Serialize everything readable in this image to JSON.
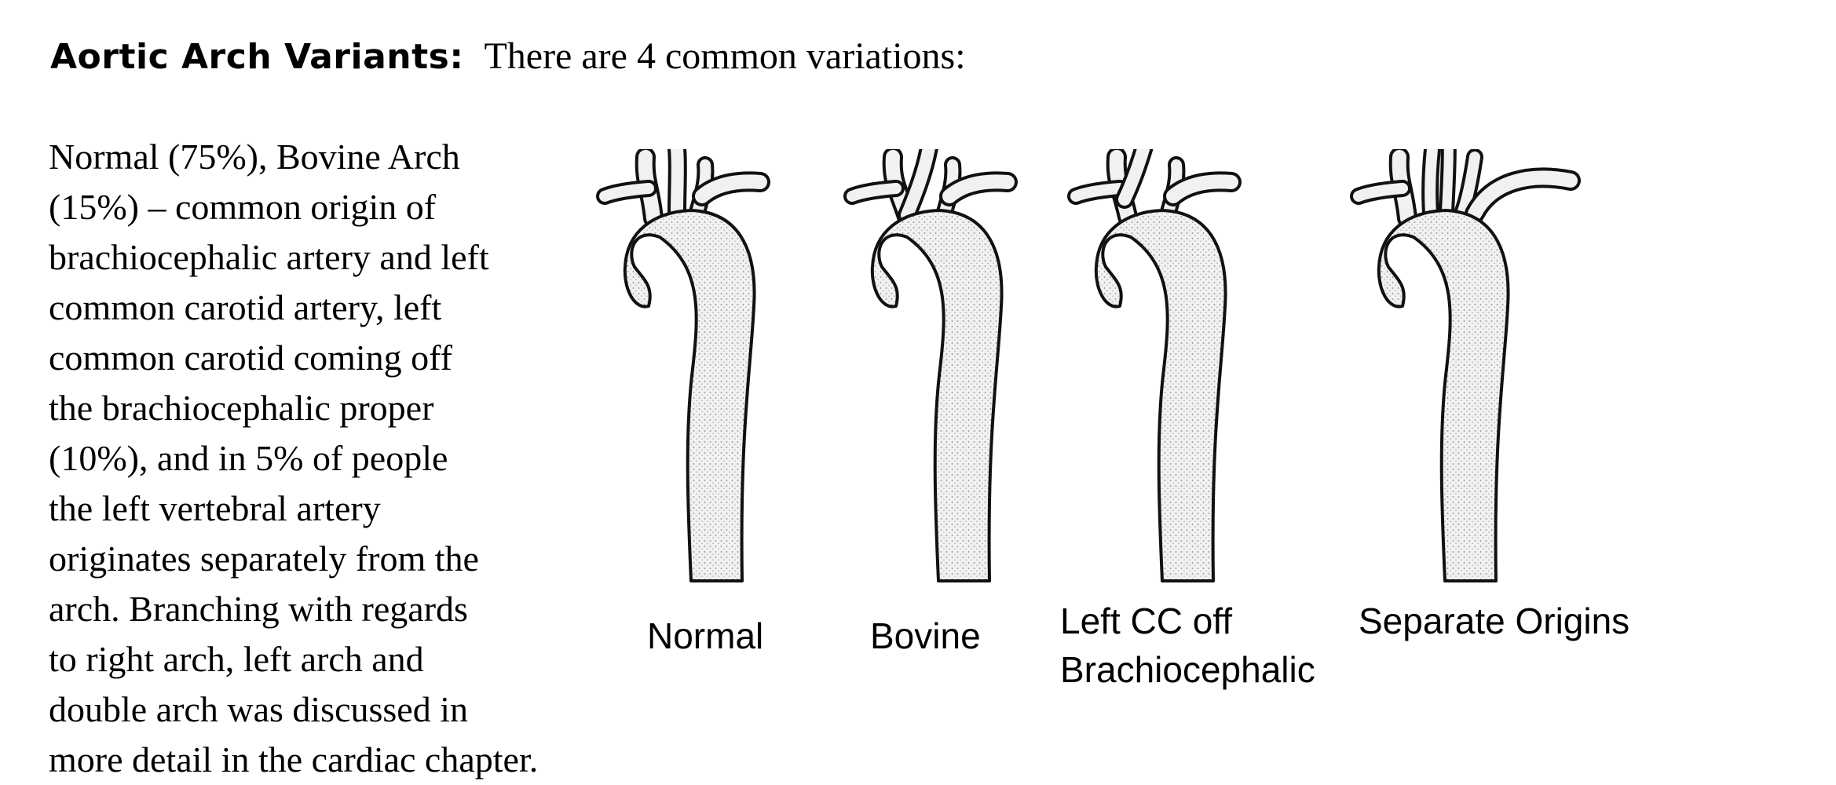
{
  "heading": {
    "bold": "Aortic Arch Variants:",
    "rest": "There are 4 common variations:"
  },
  "body_lines": [
    "Normal (75%), Bovine Arch",
    "(15%) – common origin of",
    "brachiocephalic artery and left",
    "common carotid artery, left",
    "common carotid coming off",
    "the brachiocephalic proper",
    "(10%), and in 5% of people",
    "the left vertebral artery",
    "originates separately from the",
    "arch.   Branching with regards",
    "to right arch, left arch and",
    "double arch was discussed in",
    "more detail in the cardiac chapter."
  ],
  "figure_labels": {
    "normal": "Normal",
    "bovine": "Bovine",
    "left_cc_line1": "Left CC off",
    "left_cc_line2": "Brachiocephalic",
    "separate": "Separate Origins"
  }
}
